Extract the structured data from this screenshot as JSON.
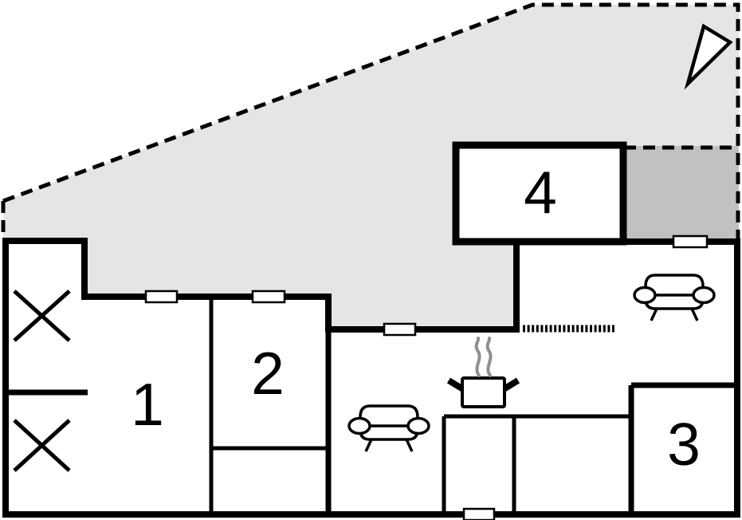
{
  "plan": {
    "type": "floor-plan",
    "rooms": [
      {
        "id": "room-1",
        "label": "1"
      },
      {
        "id": "room-2",
        "label": "2"
      },
      {
        "id": "room-3",
        "label": "3"
      },
      {
        "id": "room-4",
        "label": "4"
      }
    ],
    "colors": {
      "wall": "#000000",
      "terrace_light": "#e5e5e5",
      "terrace_dark": "#c1c1c1",
      "steam": "#8f8f8f",
      "background": "#ffffff"
    },
    "icons": {
      "north_arrow": "north-arrow-icon",
      "sofa": "sofa-icon",
      "cooking_pot": "cooking-pot-icon",
      "steam": "steam-icon",
      "crossed_box": "crossed-box-icon",
      "window": "window-marker"
    }
  }
}
